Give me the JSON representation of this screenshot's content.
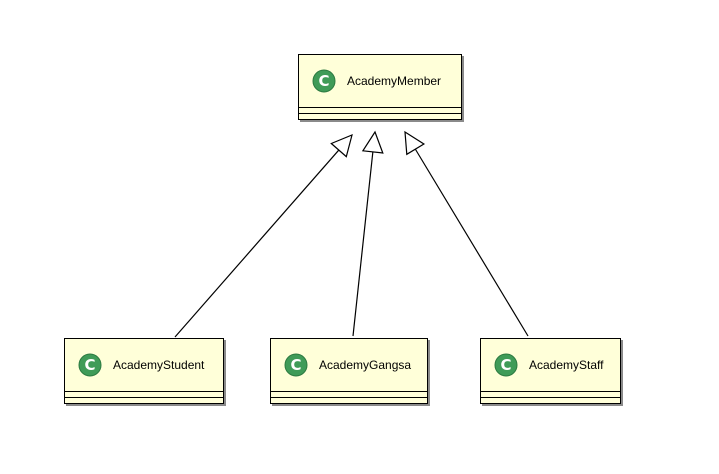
{
  "diagram": {
    "kind": "uml-class-diagram",
    "colors": {
      "class_fill": "#ffffd9",
      "class_border": "#000000",
      "icon_ring": "#3f9b58",
      "icon_letter": "#ffffff",
      "edge": "#000000"
    },
    "icon": "class-icon",
    "icon_letter": "C",
    "classes": [
      {
        "id": "academy-member",
        "name": "AcademyMember"
      },
      {
        "id": "academy-student",
        "name": "AcademyStudent"
      },
      {
        "id": "academy-gangsa",
        "name": "AcademyGangsa"
      },
      {
        "id": "academy-staff",
        "name": "AcademyStaff"
      }
    ],
    "relations": [
      {
        "type": "generalization",
        "from": "academy-student",
        "to": "academy-member"
      },
      {
        "type": "generalization",
        "from": "academy-gangsa",
        "to": "academy-member"
      },
      {
        "type": "generalization",
        "from": "academy-staff",
        "to": "academy-member"
      }
    ]
  }
}
